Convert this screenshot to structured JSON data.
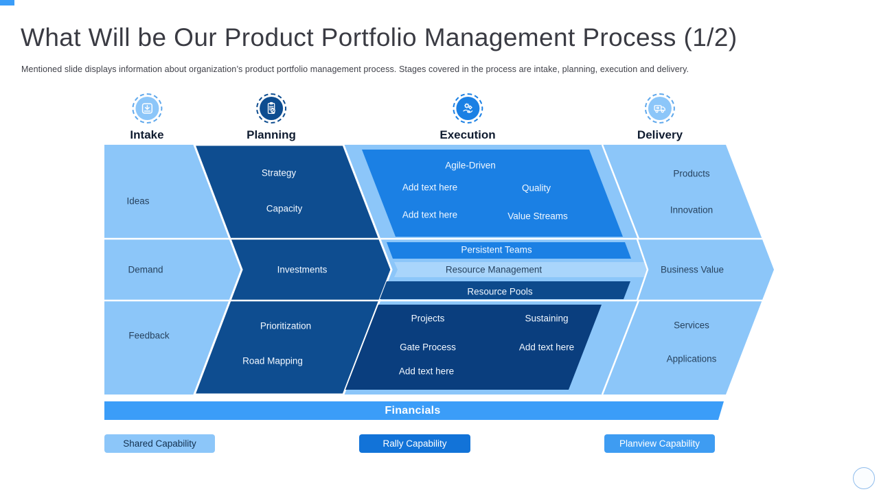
{
  "slide": {
    "title": "What Will be Our Product Portfolio Management Process (1/2)",
    "subtitle": "Mentioned slide displays information about organization’s product portfolio management process. Stages covered in the process are intake, planning, execution and delivery."
  },
  "stages": [
    {
      "label": "Intake",
      "icon": "download-tray-icon",
      "circle_color": "#8CC6F9"
    },
    {
      "label": "Planning",
      "icon": "clipboard-icon",
      "circle_color": "#0E4D90"
    },
    {
      "label": "Execution",
      "icon": "gears-hand-icon",
      "circle_color": "#1B80E4"
    },
    {
      "label": "Delivery",
      "icon": "truck-icon",
      "circle_color": "#8CC6F9"
    }
  ],
  "columns": {
    "intake": {
      "items": [
        "Ideas",
        "Demand",
        "Feedback"
      ]
    },
    "planning": {
      "items": [
        "Strategy",
        "Capacity",
        "Investments",
        "Prioritization",
        "Road Mapping"
      ]
    },
    "execution": {
      "agile": [
        "Agile-Driven",
        "Add text here",
        "Quality",
        "Add text here",
        "Value Streams"
      ],
      "bars": [
        "Persistent Teams",
        "Resource Management",
        "Resource Pools"
      ],
      "bottom": [
        "Projects",
        "Sustaining",
        "Gate Process",
        "Add text here",
        "Add text here"
      ]
    },
    "delivery": {
      "items": [
        "Products",
        "Innovation",
        "Business Value",
        "Services",
        "Applications"
      ]
    }
  },
  "financials": {
    "label": "Financials"
  },
  "capabilities": [
    {
      "label": "Shared Capability",
      "bg": "#8CC6F9",
      "fg": "#12304F"
    },
    {
      "label": "Rally Capability",
      "bg": "#1273D8",
      "fg": "#FFFFFF"
    },
    {
      "label": "Planview Capability",
      "bg": "#3E9CF2",
      "fg": "#FFFFFF"
    }
  ],
  "colors": {
    "accent": "#3B9DF8",
    "base_light_blue": "#8CC6F9",
    "planning_dark_blue": "#0E4D90",
    "bright_blue": "#1B80E4",
    "resource_mgmt_light": "#A9D5FB",
    "resource_pools_navy": "#0D4A8C",
    "execution_bottom_navy": "#0A3E7E",
    "financials_bar": "#3B9DF8"
  }
}
